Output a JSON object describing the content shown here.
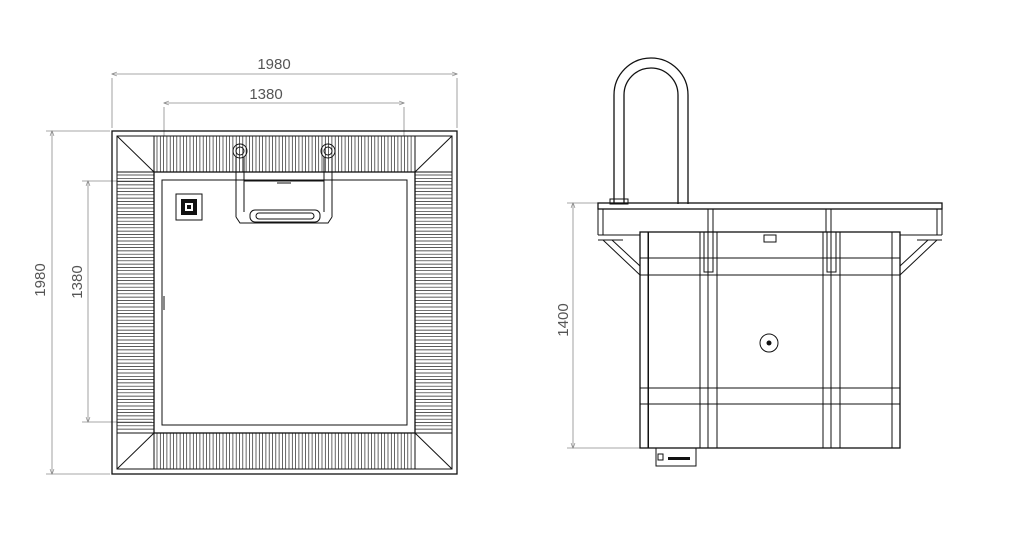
{
  "dimensions": {
    "plan_outer_width": "1980",
    "plan_inner_width": "1380",
    "plan_outer_depth": "1980",
    "plan_inner_depth": "1380",
    "elevation_height": "1400"
  },
  "colors": {
    "line": "#111111",
    "dimension_line": "#8a8a8a",
    "dimension_text": "#555555",
    "background": "#ffffff"
  }
}
